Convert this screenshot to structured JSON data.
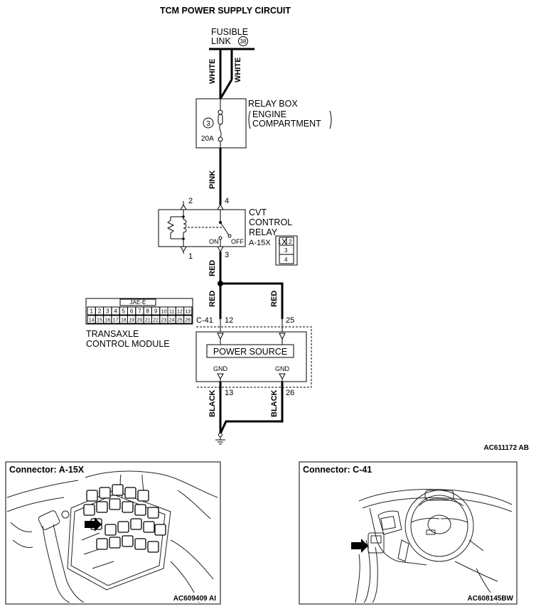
{
  "title": "TCM POWER SUPPLY CIRCUIT",
  "fusible_link": {
    "line1": "FUSIBLE",
    "line2": "LINK",
    "number": "38"
  },
  "wires": {
    "white_left": "WHITE",
    "white_right": "WHITE",
    "pink": "PINK",
    "red_upper": "RED",
    "red_left": "RED",
    "red_right": "RED",
    "black_left": "BLACK",
    "black_right": "BLACK"
  },
  "relay_box": {
    "line1": "RELAY BOX",
    "line2": "ENGINE",
    "line3": "COMPARTMENT",
    "fuse_number": "3",
    "fuse_rating": "20A"
  },
  "cvt_relay": {
    "line1": "CVT",
    "line2": "CONTROL",
    "line3": "RELAY",
    "connector": "A-15X",
    "pin_top_left": "2",
    "pin_top_right": "4",
    "pin_bottom_left": "1",
    "pin_bottom_right": "3",
    "on": "ON",
    "off": "OFF",
    "conn_pins": [
      "1",
      "2",
      "3",
      "4"
    ]
  },
  "tcm": {
    "connector": "C-41",
    "connector_type": "JAE-E",
    "pin_12": "12",
    "pin_25": "25",
    "pin_13": "13",
    "pin_26": "26",
    "power_source": "POWER SOURCE",
    "gnd_left": "GND",
    "gnd_right": "GND",
    "name_line1": "TRANSAXLE",
    "name_line2": "CONTROL MODULE",
    "pins_row1": [
      "1",
      "2",
      "3",
      "4",
      "5",
      "6",
      "7",
      "8",
      "9",
      "10",
      "11",
      "12",
      "13"
    ],
    "pins_row2": [
      "14",
      "15",
      "16",
      "17",
      "18",
      "19",
      "20",
      "21",
      "22",
      "23",
      "24",
      "25",
      "26"
    ]
  },
  "figure_code": "AC611172 AB",
  "photo_left": {
    "title": "Connector: A-15X",
    "code": "AC609409 AI"
  },
  "photo_right": {
    "title": "Connector: C-41",
    "code": "AC608145BW"
  }
}
